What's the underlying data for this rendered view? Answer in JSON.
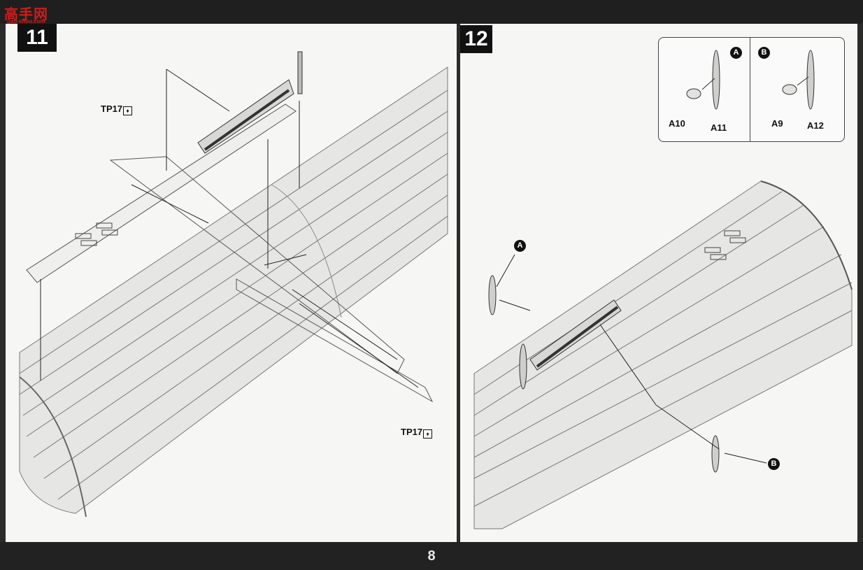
{
  "watermark": {
    "text": "高手网",
    "sub": "gao-shou.com"
  },
  "left_page": {
    "step": "11",
    "labels": {
      "tp_top": "TP17",
      "tp_bottom": "TP17"
    }
  },
  "right_page": {
    "step": "12",
    "inset": {
      "badge_a": "A",
      "badge_b": "B",
      "a_parts": [
        "A10",
        "A11"
      ],
      "b_parts": [
        "A9",
        "A12"
      ]
    },
    "badge_a": "A",
    "badge_b": "B"
  },
  "page_number": "8"
}
